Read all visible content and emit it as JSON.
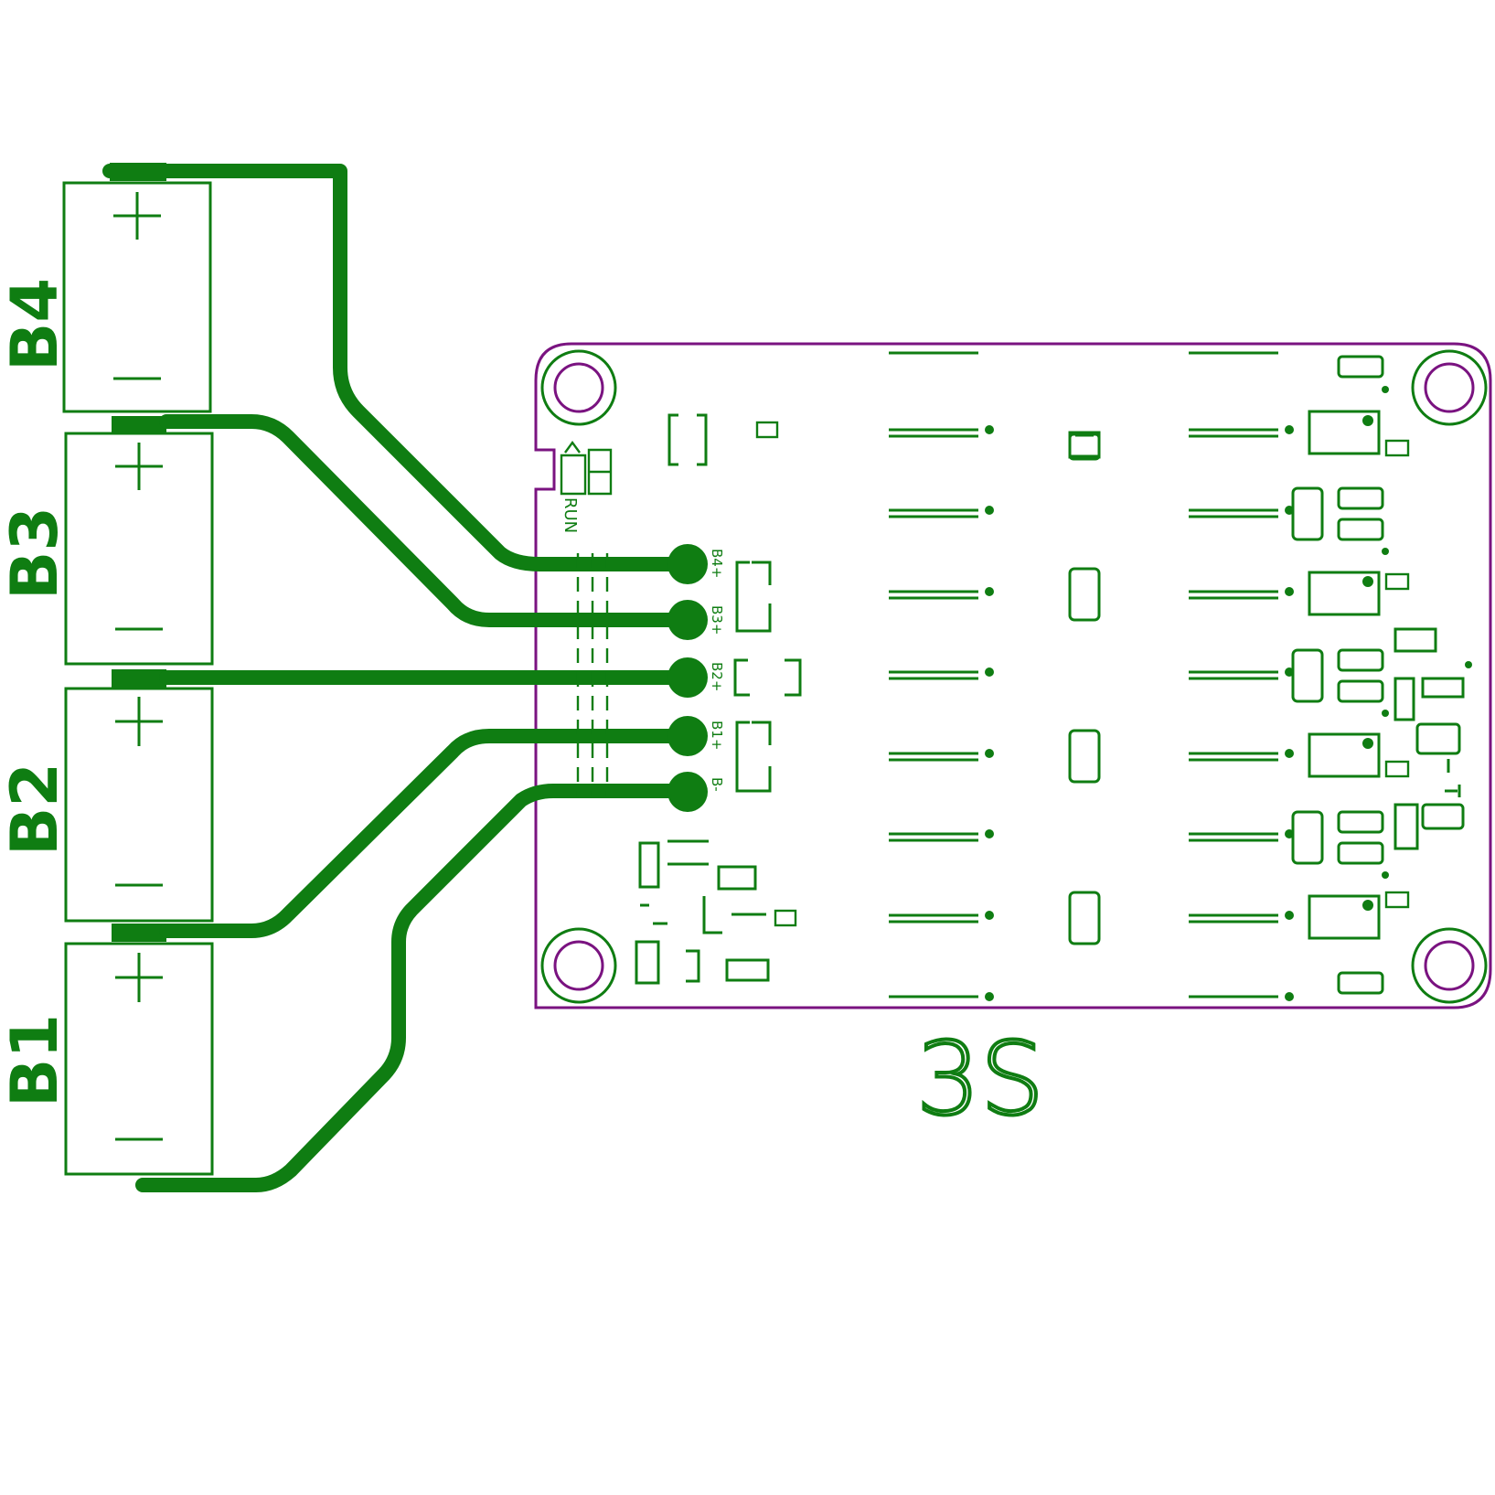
{
  "colors": {
    "silkscreen": "#0f7d12",
    "board_outline": "#7a1380",
    "background": "#ffffff"
  },
  "cells": [
    {
      "id": "B4",
      "label": "B4",
      "plus": "+",
      "minus": "−"
    },
    {
      "id": "B3",
      "label": "B3",
      "plus": "+",
      "minus": "−"
    },
    {
      "id": "B2",
      "label": "B2",
      "plus": "+",
      "minus": "−"
    },
    {
      "id": "B1",
      "label": "B1",
      "plus": "+",
      "minus": "−"
    }
  ],
  "board": {
    "pins": [
      "B4+",
      "B3+",
      "B2+",
      "B1+",
      "B-"
    ],
    "run_label": "RUN",
    "config_label": "3S"
  }
}
